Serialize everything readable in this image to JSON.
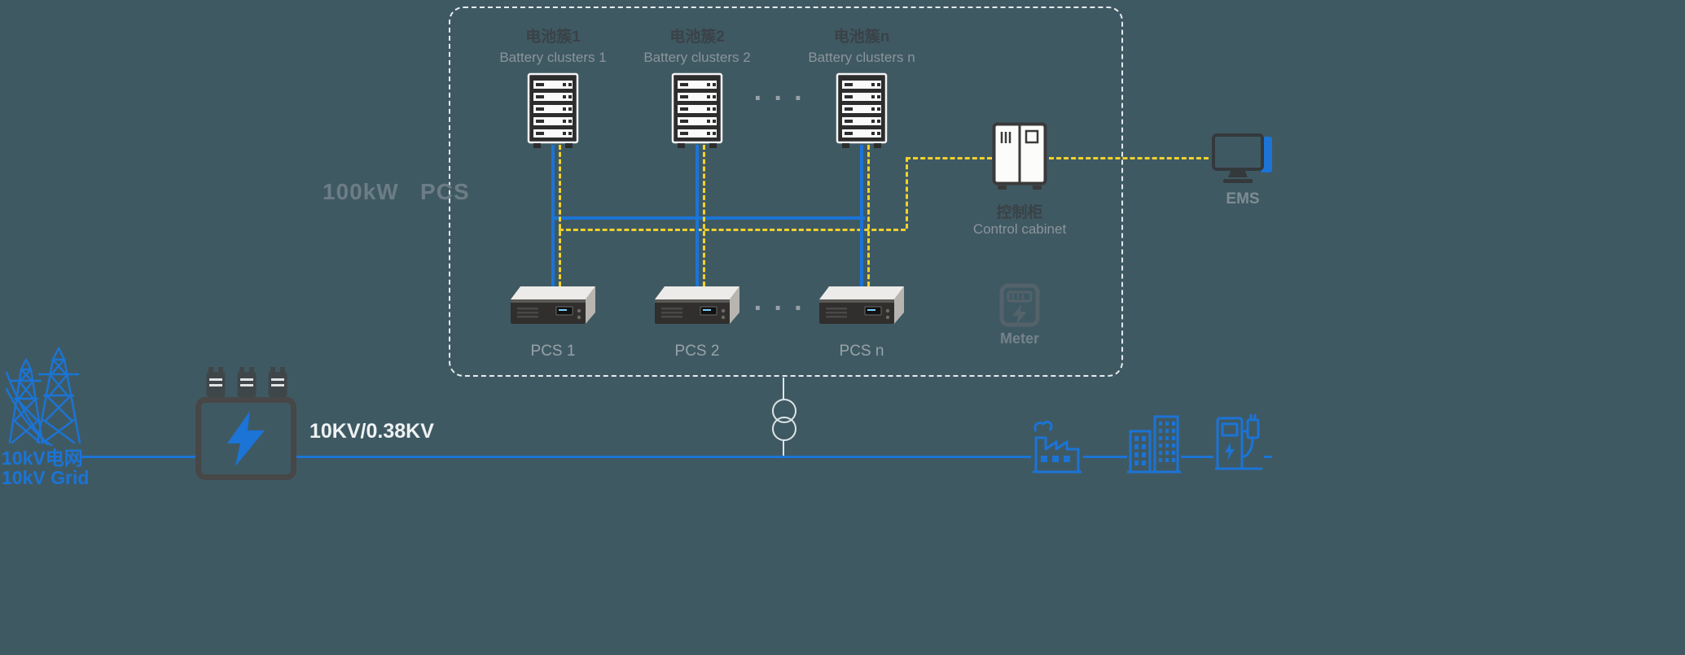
{
  "colors": {
    "background": "#3f5963",
    "blue": "#1b74d6",
    "yellow": "#f2d22b",
    "white": "#ffffff",
    "dark_icon": "#2d2d2d"
  },
  "system": {
    "label": "100kW   PCS"
  },
  "clusters": [
    {
      "zh": "电池簇1",
      "en": "Battery clusters 1"
    },
    {
      "zh": "电池簇2",
      "en": "Battery clusters 2"
    },
    {
      "zh": "电池簇n",
      "en": "Battery clusters n"
    }
  ],
  "pcs_units": [
    {
      "label": "PCS 1"
    },
    {
      "label": "PCS 2"
    },
    {
      "label": "PCS n"
    }
  ],
  "dots": "· · ·",
  "control_cabinet": {
    "zh": "控制柜",
    "en": "Control cabinet"
  },
  "ems": {
    "label": "EMS"
  },
  "meter": {
    "label": "Meter"
  },
  "grid": {
    "zh": "10kV电网",
    "en": "10kV Grid"
  },
  "transformer": {
    "ratio": "10KV/0.38KV"
  }
}
